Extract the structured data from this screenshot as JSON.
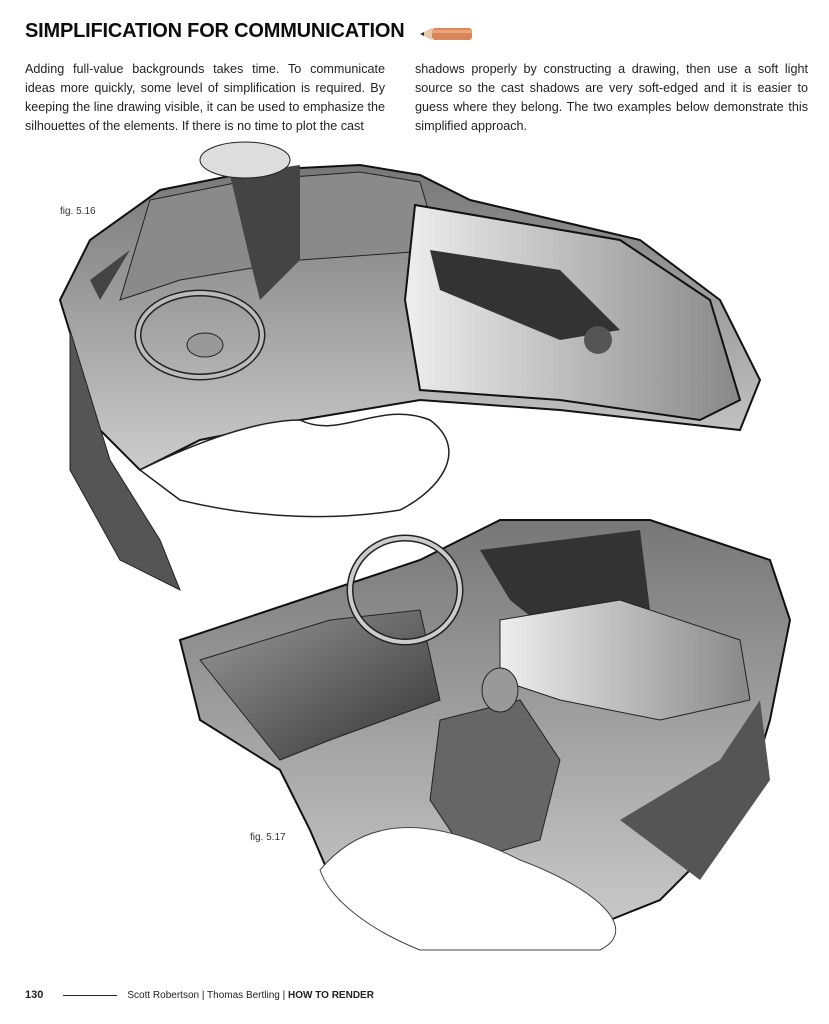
{
  "heading": "SIMPLIFICATION FOR COMMUNICATION",
  "body": {
    "left": "Adding full-value backgrounds takes time. To communicate ideas more quickly, some level of simplification is required. By keeping the line drawing visible, it can be used to emphasize the silhouettes of the elements. If there is no time to plot the cast",
    "right": "shadows properly by constructing a drawing, then use a soft light source so the cast shadows are very soft-edged and it is easier to guess where they belong. The two examples below demonstrate this simplified approach."
  },
  "figures": [
    {
      "label": "fig. 5.16"
    },
    {
      "label": "fig. 5.17"
    }
  ],
  "footer": {
    "page_number": "130",
    "authors": "Scott Robertson | Thomas Bertling | ",
    "book_title": "HOW TO RENDER"
  },
  "colors": {
    "pencil": "#d9875a"
  }
}
